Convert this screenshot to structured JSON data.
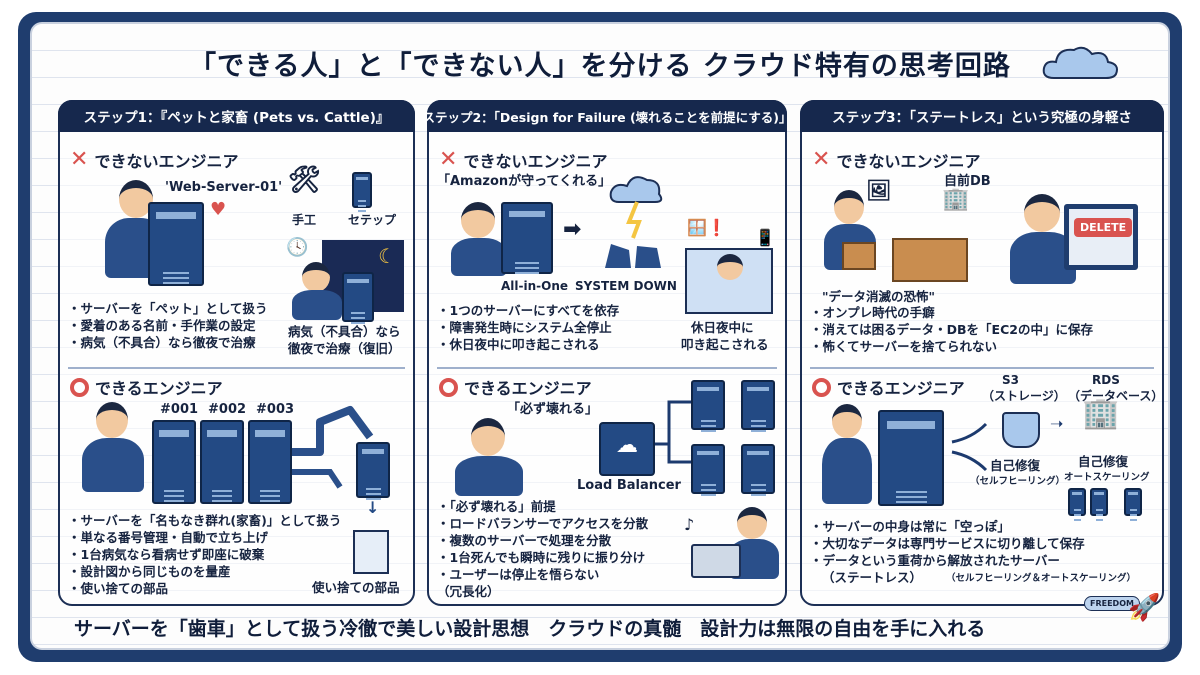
{
  "title": "「できる人」と「できない人」を分ける クラウド特有の思考回路",
  "steps": [
    {
      "header": "ステップ1：『ペットと家畜 (Pets vs. Cattle)』",
      "bad": {
        "label": "できないエンジニア",
        "server_name": "'Web-Server-01'",
        "tool_labels": [
          "手工",
          "セテップ"
        ],
        "bullets": [
          "・サーバーを「ペット」として扱う",
          "・愛着のある名前・手作業の設定",
          "・病気（不具合）なら徹夜で治療"
        ],
        "caption": [
          "病気（不具合）なら",
          "徹夜で治療（復旧）"
        ]
      },
      "good": {
        "label": "できるエンジニア",
        "server_ids": [
          "#001",
          "#002",
          "#003"
        ],
        "bullets": [
          "・サーバーを「名もなき群れ(家畜)」として扱う",
          "・単なる番号管理・自動で立ち上げ",
          "・1台病気なら看病せず即座に破棄",
          "・設計図から同じものを量産",
          "・使い捨ての部品"
        ],
        "caption": "使い捨ての部品"
      }
    },
    {
      "header": "ステップ2：「Design for Failure (壊れることを前提にする)」",
      "bad": {
        "label": "できないエンジニア",
        "quote": "「Amazonが守ってくれる」",
        "server_label": "All-in-One",
        "down_label": "SYSTEM DOWN",
        "bullets": [
          "・1つのサーバーにすべてを依存",
          "・障害発生時にシステム全停止",
          "・休日夜中に叩き起こされる"
        ],
        "caption": [
          "休日夜中に",
          "叩き起こされる"
        ]
      },
      "good": {
        "label": "できるエンジニア",
        "quote": "「必ず壊れる」",
        "lb_label": "Load Balancer",
        "bullets": [
          "・「必ず壊れる」前提",
          "・ロードバランサーでアクセスを分散",
          "・複数のサーバーで処理を分散",
          "・1台死んでも瞬時に残りに振り分け",
          "・ユーザーは停止を悟らない",
          "（冗長化）"
        ]
      }
    },
    {
      "header": "ステップ3：「ステートレス」という究極の身軽さ",
      "bad": {
        "label": "できないエンジニア",
        "db_label": "自前DB",
        "delete_label": "DELETE",
        "quote": "\"データ消滅の恐怖\"",
        "bullets": [
          "・オンプレ時代の手癖",
          "・消えては困るデータ・DBを「EC2の中」に保存",
          "・怖くてサーバーを捨てられない"
        ]
      },
      "good": {
        "label": "できるエンジニア",
        "s3": [
          "S3",
          "（ストレージ）"
        ],
        "rds": [
          "RDS",
          "（データベース）"
        ],
        "heal": [
          "自己修復",
          "（セルフヒーリング）"
        ],
        "scale": [
          "自己修復",
          "オートスケーリング"
        ],
        "bullets": [
          "・サーバーの中身は常に「空っぽ」",
          "・大切なデータは専門サービスに切り離して保存",
          "・データという重荷から解放されたサーバー",
          "（ステートレス）"
        ],
        "caption": "（セルフヒーリング＆オートスケーリング）"
      }
    }
  ],
  "footer": "サーバーを「歯車」として扱う冷徹で美しい設計思想　クラウドの真髄　設計力は無限の自由を手に入れる",
  "freedom": "FREEDOM"
}
